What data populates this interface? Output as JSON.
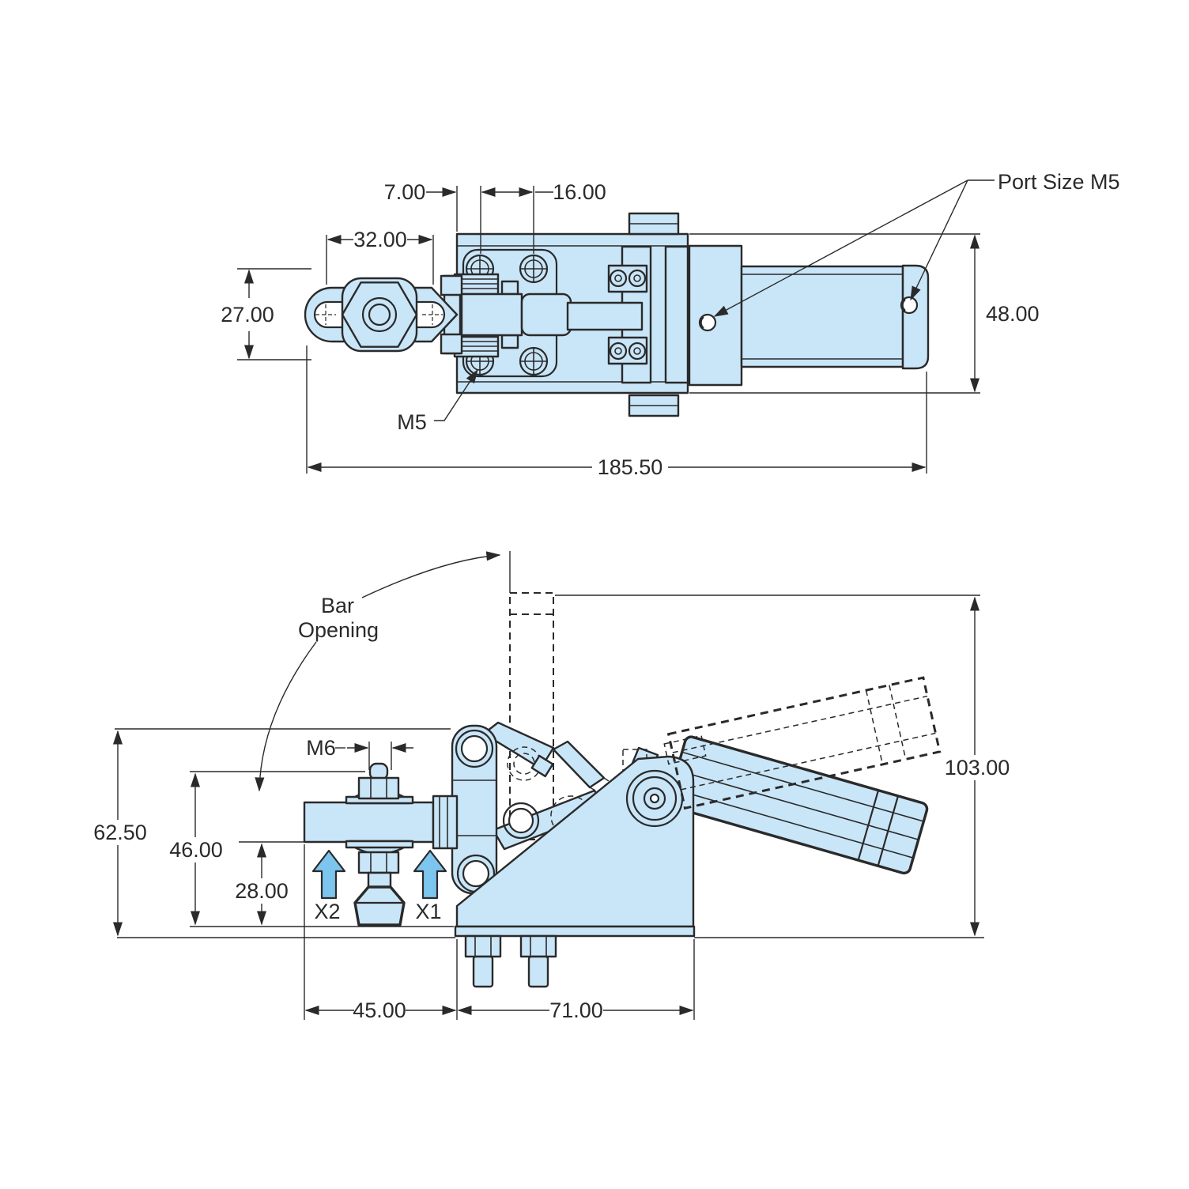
{
  "page": {
    "background": "#ffffff",
    "border_color": "#cfcfcf"
  },
  "colors": {
    "part_fill": "#c9e5f8",
    "accent_arrow_fill": "#7cc5ee",
    "line": "#2a2a2a"
  },
  "top_view": {
    "dims": {
      "screw_col_offset": "7.00",
      "screw_col_spacing": "16.00",
      "slot_hole_spacing": "32.00",
      "arm_width": "27.00",
      "body_width": "48.00",
      "overall_length": "185.50"
    },
    "labels": {
      "mounting_thread": "M5",
      "port_size": "Port Size M5"
    }
  },
  "side_view": {
    "dims": {
      "overall_height": "62.50",
      "spindle_top_height": "46.00",
      "arm_underside_height": "28.00",
      "arm_overhang": "45.00",
      "base_length": "71.00",
      "open_overall_height": "103.00"
    },
    "labels": {
      "spindle_thread": "M6",
      "bar_opening_line1": "Bar",
      "bar_opening_line2": "Opening",
      "sensor_x1": "X1",
      "sensor_x2": "X2"
    }
  }
}
